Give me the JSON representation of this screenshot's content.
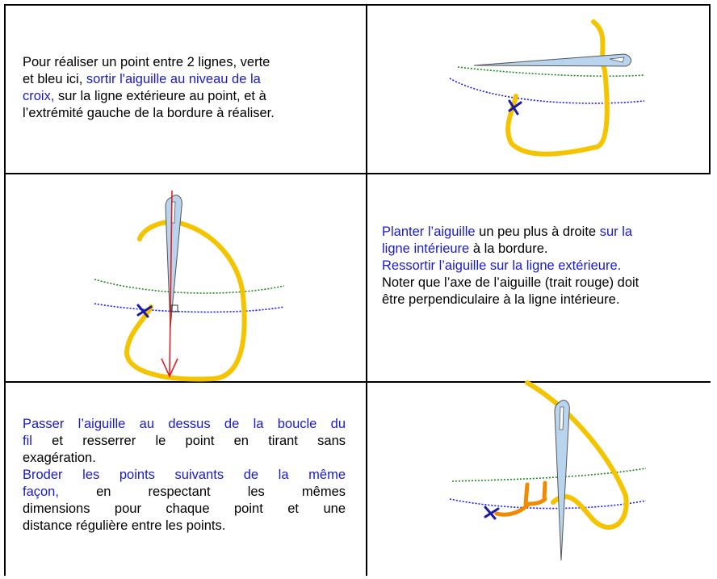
{
  "row1": {
    "text": {
      "l1": "Pour réaliser un point entre 2 lignes, verte",
      "l2a": "et bleu ici, ",
      "l2b": "sortir l'aiguille au niveau de la",
      "l3a": "croix,",
      "l3b": " sur la ligne extérieure au point, et à",
      "l4": "l’extrémité gauche de la bordure à réaliser."
    }
  },
  "row2": {
    "text": {
      "p1a": "Planter l’aiguille",
      "p1b": " un peu plus à droite ",
      "p1c": "sur la",
      "p2a": "ligne intérieure",
      "p2b": " à la bordure.",
      "p3": "Ressortir l’aiguille sur la ligne extérieure.",
      "p4": "Noter que l’axe de l’aiguille (trait rouge) doit",
      "p5": "être perpendiculaire à la ligne intérieure."
    }
  },
  "row3": {
    "text": {
      "l1": "Passer l’aiguille au dessus de la boucle du",
      "l2a": "fil",
      "l2b": " et resserrer le point en tirant sans",
      "l3": "exagération.",
      "l4": "Broder les points suivants de la même",
      "l5a": "façon,",
      "l5b": " en respectant les mêmes",
      "l6": "dimensions pour chaque point et une",
      "l7": "distance régulière entre les points."
    }
  },
  "colors": {
    "accent_text": "#1a1acc",
    "thread": "#f5c400",
    "inner_line": "#1a1aee",
    "outer_line": "#1a8a1a",
    "axis": "#e02020",
    "stitch": "#f08a00",
    "needle": "#b8d4ee"
  },
  "icons": [
    "needle-icon",
    "thread-icon",
    "cross-mark-icon"
  ]
}
